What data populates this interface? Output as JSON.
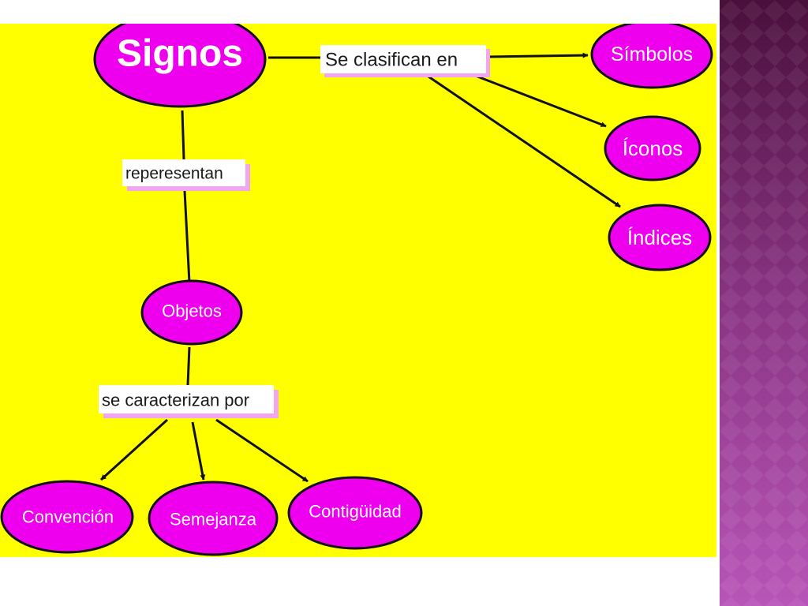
{
  "colors": {
    "background": "#ffff00",
    "node_fill": "#ee00ee",
    "node_stroke": "#111111",
    "node_text": "#ffffff",
    "link_label_bg": "#ffffff",
    "link_label_shadow": "#f2a6f2",
    "band_dark": "#4a0f3c",
    "band_light": "#b855b8"
  },
  "nodes": {
    "signos": "Signos",
    "simbolos": "Símbolos",
    "iconos": "Íconos",
    "indices": "Índices",
    "objetos": "Objetos",
    "convencion": "Convención",
    "semejanza": "Semejanza",
    "contiguidad": "Contigüidad"
  },
  "links": {
    "clasifican": "Se clasifican en",
    "representan": "reperesentan",
    "caracterizan": "se caracterizan por"
  }
}
